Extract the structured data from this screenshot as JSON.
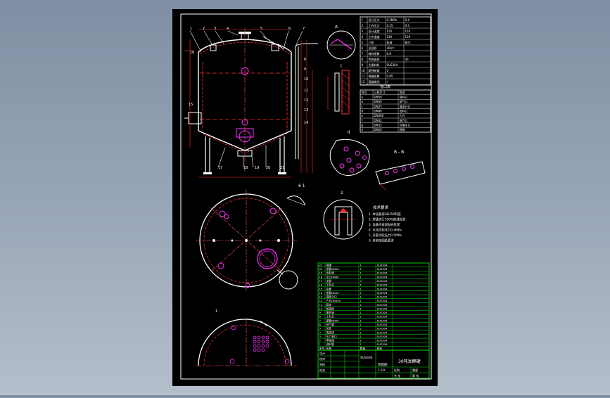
{
  "drawing": {
    "colors": {
      "background": "#000000",
      "frame": "#ffffff",
      "table_lines": "#00e000",
      "vessel_outline": "#ffffff",
      "dimension_lines": "#ff2a2a",
      "nozzle_symbols": "#ff33ff",
      "centerlines": "#ff5555"
    },
    "icons": [
      "tank-elevation-icon",
      "top-plan-icon",
      "bottom-plan-icon",
      "detail-view-icon"
    ],
    "labels": {
      "detail_a": "A",
      "detail_i": "I",
      "detail_ii": "II",
      "section_b": "B - B",
      "ratio_1": "1",
      "ratio_2": "2",
      "view_label": "6 1",
      "tech_req": "技术要求",
      "table_title_1": "技术特性表",
      "table_title_2": "管口表",
      "title": "30吨发酵罐",
      "drawing_no": "装配图",
      "material_stainless": "SUS304",
      "scale": "1:10"
    },
    "balloons": [
      "1",
      "2",
      "3",
      "4",
      "5",
      "6",
      "7",
      "8",
      "9",
      "10",
      "11",
      "12",
      "13",
      "14",
      "15",
      "16",
      "17",
      "18",
      "19",
      "20",
      "21"
    ],
    "spec_rows": [
      [
        "1",
        "设计压力",
        "0.3MPa",
        "0.4"
      ],
      [
        "2",
        "工作压力",
        "0.25",
        "0.3"
      ],
      [
        "3",
        "设计温度",
        "150",
        "150"
      ],
      [
        "4",
        "工作温度",
        "130",
        "130"
      ],
      [
        "5",
        "介质",
        "料液",
        "蒸汽"
      ],
      [
        "6",
        "全容积",
        "30m³",
        ""
      ],
      [
        "7",
        "装料系数",
        "0.8",
        ""
      ],
      [
        "8",
        "传热面积",
        "",
        "40"
      ],
      [
        "9",
        "主要材料",
        "SUS304",
        ""
      ],
      [
        "10",
        "腐蚀裕量",
        "0",
        ""
      ],
      [
        "11",
        "焊缝系数",
        "0.85",
        ""
      ],
      [
        "12",
        "容器类别",
        "Ⅰ",
        ""
      ]
    ],
    "nozzle_rows": [
      [
        "符号",
        "公称尺寸",
        "用途"
      ],
      [
        "a",
        "DN50",
        "进料口"
      ],
      [
        "b",
        "DN40",
        "排气口"
      ],
      [
        "c",
        "DN25",
        "温度计口"
      ],
      [
        "d",
        "DN80",
        "出料口"
      ],
      [
        "e",
        "DN400",
        "人孔"
      ],
      [
        "f",
        "DN32",
        "进汽口"
      ],
      [
        "g",
        "DN32",
        "冷凝水口"
      ],
      [
        "h",
        "DN20",
        "视镜"
      ]
    ],
    "tech_notes": [
      "1. 本设备按GB150制造",
      "2. 焊缝进行100%射线检测",
      "3. 设备内表面抛光处理",
      "4. 水压试验压力0.4MPa",
      "5. 夹套试验压力0.5MPa",
      "6. 其余按图纸要求"
    ],
    "bom_rows": [
      [
        "21",
        "视镜",
        "1",
        "SUS304"
      ],
      [
        "20",
        "接管DN20",
        "1",
        "SUS304"
      ],
      [
        "19",
        "出料阀",
        "1",
        "SUS304"
      ],
      [
        "18",
        "法兰DN80",
        "1",
        "SUS304"
      ],
      [
        "17",
        "支腿",
        "4",
        "SUS304"
      ],
      [
        "16",
        "下封头",
        "1",
        "SUS304"
      ],
      [
        "15",
        "夹套",
        "1",
        "SUS304"
      ],
      [
        "14",
        "接管DN32",
        "2",
        "SUS304"
      ],
      [
        "13",
        "温度计口",
        "1",
        "SUS304"
      ],
      [
        "12",
        "人孔DN400",
        "1",
        "SUS304"
      ],
      [
        "11",
        "筒体",
        "1",
        "SUS304"
      ],
      [
        "10",
        "保温层",
        "1",
        "SUS304"
      ],
      [
        "9",
        "搅拌轴",
        "1",
        "SUS304"
      ],
      [
        "8",
        "上封头",
        "1",
        "SUS304"
      ],
      [
        "7",
        "接管DN50",
        "1",
        "SUS304"
      ],
      [
        "6",
        "排气管",
        "1",
        "SUS304"
      ],
      [
        "5",
        "吊耳",
        "2",
        "SUS304"
      ],
      [
        "4",
        "清洗球",
        "1",
        "SUS304"
      ],
      [
        "3",
        "压力表口",
        "1",
        "SUS304"
      ],
      [
        "2",
        "呼吸阀",
        "1",
        "SUS304"
      ],
      [
        "1",
        "进料管",
        "1",
        "SUS304"
      ]
    ],
    "bom_header": [
      "序号",
      "名称",
      "数量",
      "材料"
    ],
    "title_block": [
      "设计",
      "校对",
      "审核",
      "批准",
      "比例",
      "重量",
      "共 张",
      "第 张"
    ]
  }
}
